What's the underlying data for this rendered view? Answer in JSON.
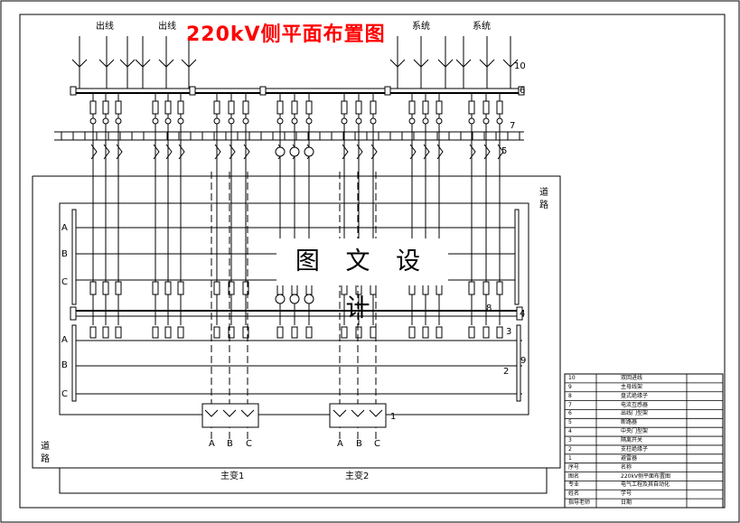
{
  "title": "220kV侧平面布置图",
  "watermark": "图 文 设 计",
  "top_labels": [
    "出线",
    "出线",
    "系统",
    "系统"
  ],
  "right_numbers": [
    "10",
    "6",
    "7",
    "5",
    "4",
    "3",
    "2",
    "9",
    "1",
    "8"
  ],
  "row_labels_upper": [
    "A",
    "B",
    "C"
  ],
  "row_labels_lower": [
    "A",
    "B",
    "C"
  ],
  "road_labels": [
    "道",
    "路",
    "道",
    "路"
  ],
  "phase_labels_1": [
    "A",
    "B",
    "C"
  ],
  "phase_labels_2": [
    "A",
    "B",
    "C"
  ],
  "transformer_labels": [
    "主变1",
    "主变2"
  ],
  "legend_rows": [
    {
      "num": "10",
      "name": "双回进线"
    },
    {
      "num": "9",
      "name": "主母线架"
    },
    {
      "num": "8",
      "name": "盘式绝缘子"
    },
    {
      "num": "7",
      "name": "电流互感器"
    },
    {
      "num": "6",
      "name": "出线门型架"
    },
    {
      "num": "5",
      "name": "断路器"
    },
    {
      "num": "4",
      "name": "中央门型架"
    },
    {
      "num": "3",
      "name": "隔离开关"
    },
    {
      "num": "2",
      "name": "支柱绝缘子"
    },
    {
      "num": "1",
      "name": "避雷器"
    },
    {
      "num": "序号",
      "name": "名称"
    },
    {
      "num": "图名",
      "name": "220kV侧平面布置图"
    },
    {
      "num": "专业",
      "name": "电气工程及其自动化"
    },
    {
      "num": "姓名",
      "name": "学号"
    },
    {
      "num": "指导老师",
      "name": "日期"
    }
  ],
  "colors": {
    "title": "#ff0000",
    "line": "#000000",
    "background": "#ffffff"
  }
}
